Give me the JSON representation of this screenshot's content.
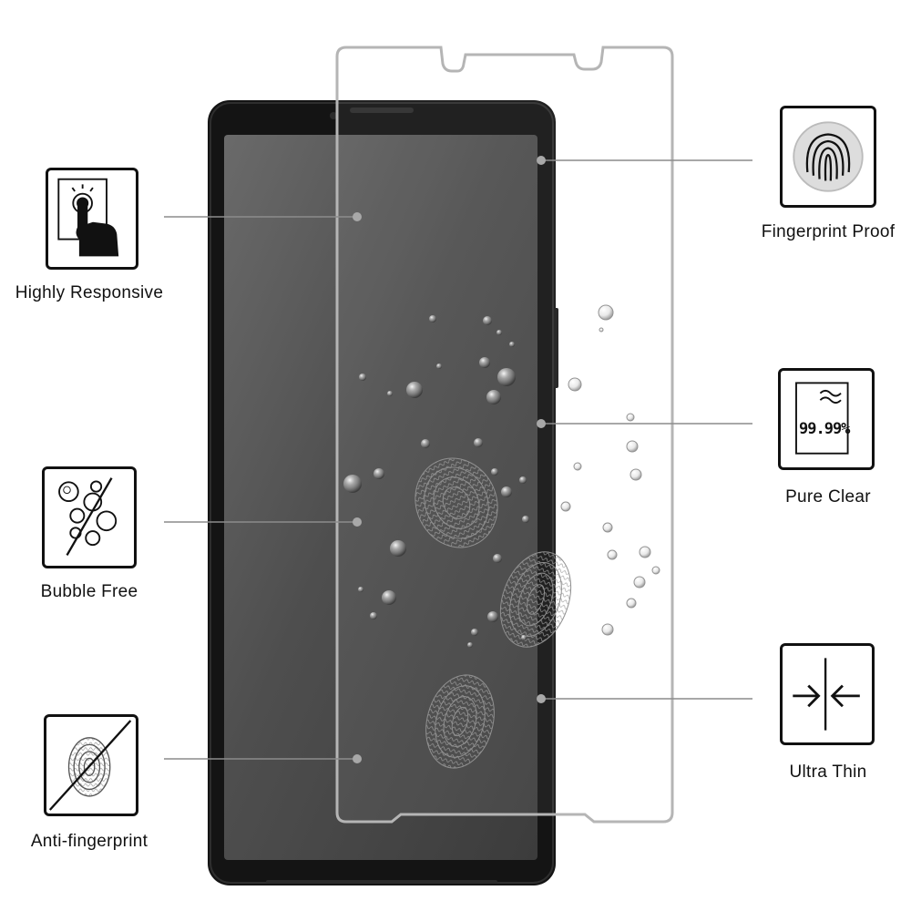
{
  "features": {
    "highly_responsive": {
      "label": "Highly Responsive",
      "icon": "touch-hand-icon"
    },
    "bubble_free": {
      "label": "Bubble Free",
      "icon": "bubbles-crossed-icon"
    },
    "anti_fingerprint": {
      "label": "Anti-fingerprint",
      "icon": "fingerprint-crossed-icon"
    },
    "fingerprint_proof": {
      "label": "Fingerprint Proof",
      "icon": "fingerprint-icon"
    },
    "pure_clear": {
      "label": "Pure Clear",
      "icon": "transparency-icon",
      "value": "99.99%"
    },
    "ultra_thin": {
      "label": "Ultra Thin",
      "icon": "thin-arrows-icon"
    }
  },
  "colors": {
    "phone_body": "#141414",
    "screen": "#4a4a4a",
    "glass_outline": "#b5b5b5",
    "pointer_line": "#8c8c8c",
    "text": "#111111"
  }
}
